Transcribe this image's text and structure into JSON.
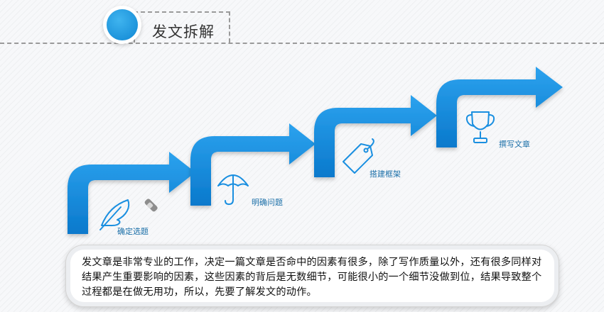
{
  "header": {
    "title": "发文拆解"
  },
  "steps": [
    {
      "label": "确定选题",
      "icon": "feather-pen-icon"
    },
    {
      "label": "明确问题",
      "icon": "umbrella-icon"
    },
    {
      "label": "搭建框架",
      "icon": "price-tag-icon"
    },
    {
      "label": "撰写文章",
      "icon": "trophy-icon"
    }
  ],
  "description": {
    "text": "发文章是非常专业的工作，决定一篇文章是否命中的因素有很多，除了写作质量以外，还有很多同样对结果产生重要影响的因素，这些因素的背后是无数细节，可能很小的一个细节没做到位，结果导致整个过程都是在做无用功，所以，先要了解发文的动作。"
  },
  "colors": {
    "accent": "#1a8fe0",
    "accent_dark": "#0b6fbf"
  }
}
